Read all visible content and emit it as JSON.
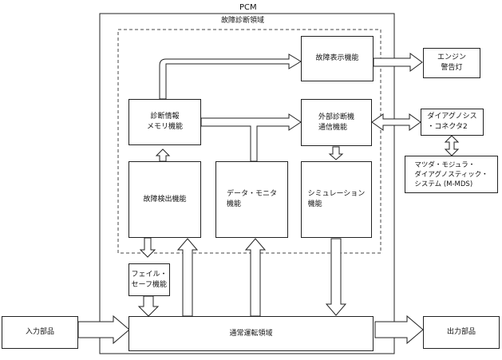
{
  "pcm_label": "PCM",
  "diag_region_label": "故障診断領域",
  "boxes": {
    "fault_display": "故障表示機能",
    "diag_memory": "診断情報\nメモリ機能",
    "ext_comm": "外部診断機\n通信機能",
    "fault_detect": "故障検出機能",
    "data_monitor": "データ・モニタ\n機能",
    "simulation": "シミュレーション\n機能",
    "failsafe": "フェイル・\nセーフ機能",
    "normal_region": "通常運転領域",
    "engine_lamp": "エンジン\n警告灯",
    "connector": "ダイアグノシス\n・コネクタ2",
    "mmds": "マツダ・モジュラ・\nダイアグノスティック・\nシステム (M-MDS)",
    "input": "入力部品",
    "output": "出力部品"
  }
}
